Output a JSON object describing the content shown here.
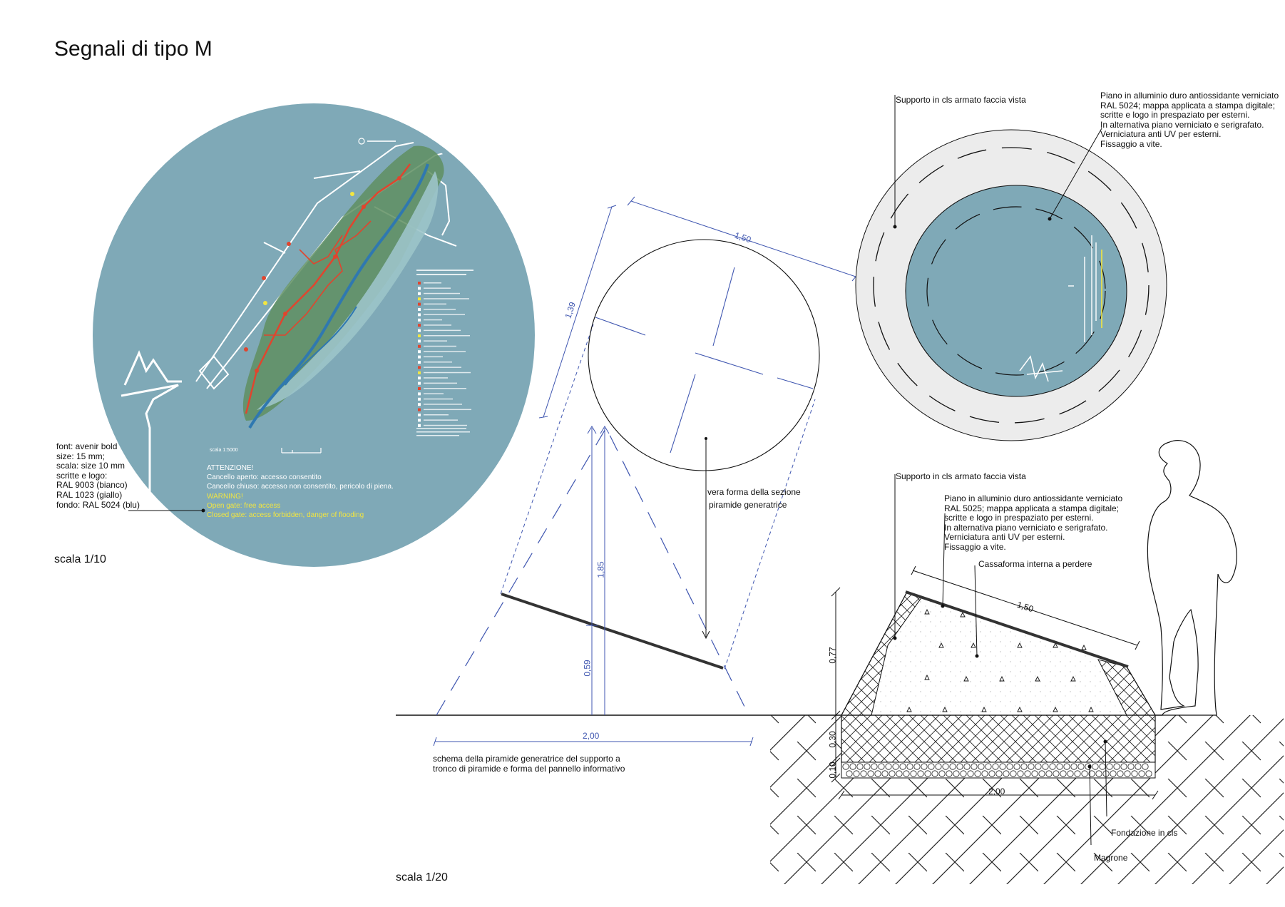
{
  "page": {
    "title": "Segnali di tipo M",
    "scale_left": "scala 1/10",
    "scale_bottom": "scala 1/20"
  },
  "sign_face": {
    "map_scale": "scala 1:5000",
    "attention_title": "ATTENZIONE!",
    "lines_white": [
      "Cancello aperto: accesso consentito",
      "Cancello chiuso: accesso non consentito, pericolo di piena."
    ],
    "warning_title": "WARNING!",
    "lines_yellow": [
      "Open gate: free access",
      "Closed gate: access forbidden, danger of flooding"
    ]
  },
  "font_spec": {
    "lines": [
      "font: avenir bold",
      "size: 15 mm;",
      "scala: size 10 mm",
      "scritte e logo:",
      "RAL 9003 (bianco)",
      "RAL 1023 (giallo)",
      "fondo: RAL 5024 (blu)"
    ]
  },
  "plan_view": {
    "label_support": "Supporto in cls armato faccia vista",
    "panel_note": [
      "Piano in alluminio duro antiossidante verniciato",
      "RAL 5024; mappa applicata a stampa digitale;",
      "scritte e logo in prespaziato per esterni.",
      "In alternativa piano verniciato e serigrafato.",
      "Verniciatura anti UV per esterni.",
      "Fissaggio a vite."
    ]
  },
  "pyramid_scheme": {
    "label_section": [
      "vera forma della sezione",
      "piramide generatrice"
    ],
    "caption": [
      "schema della piramide generatrice del supporto a",
      "tronco di piramide e forma del pannello informativo"
    ],
    "dims": {
      "d150": "1,50",
      "d139": "1,39",
      "d185": "1,85",
      "d059": "0,59",
      "d200": "2,00"
    }
  },
  "section_view": {
    "label_support": "Supporto in cls armato faccia vista",
    "panel_note": [
      "Piano in alluminio duro antiossidante verniciato",
      "RAL 5025; mappa applicata a stampa digitale;",
      "scritte e logo in prespaziato per esterni.",
      "In alternativa piano verniciato e serigrafato.",
      "Verniciatura anti UV per esterni.",
      "Fissaggio a vite."
    ],
    "label_formwork": "Cassaforma interna a perdere",
    "label_foundation": "Fondazione in cls",
    "label_lean": "Magrone",
    "dims": {
      "d150": "1,50",
      "d077": "0,77",
      "d030": "0,30",
      "d010": "0,10",
      "d200": "2,00"
    }
  },
  "colors": {
    "sign_blue": "#7fa9b7",
    "map_green": "#5f8f62",
    "trail_red": "#e0452e",
    "river_blue": "#2f78b0",
    "dim_blue": "#3f56b0",
    "support_grey": "#ececec"
  }
}
